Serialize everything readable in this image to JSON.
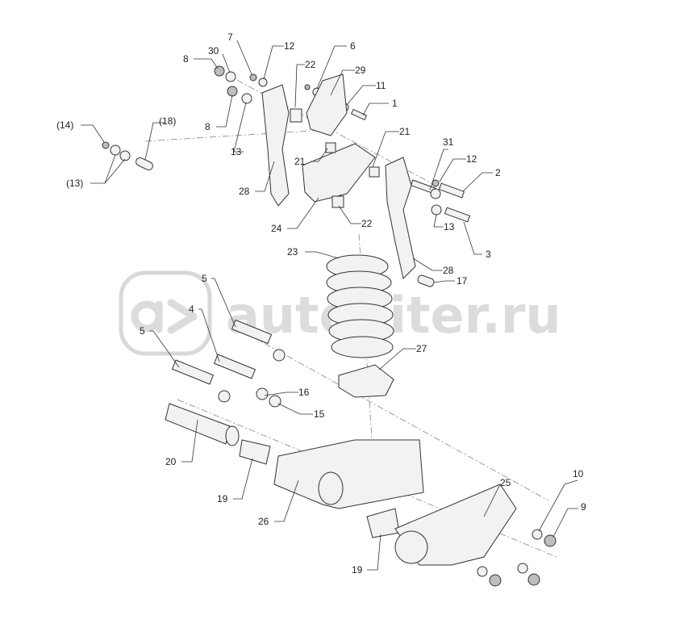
{
  "title": "Suspension parts exploded diagram",
  "watermark": "autopiter.ru",
  "labels": [
    "8",
    "30",
    "7",
    "12",
    "22",
    "6",
    "29",
    "11",
    "1",
    "8",
    "13",
    "(14)",
    "(18)",
    "(13)",
    "28",
    "21",
    "21",
    "24",
    "22",
    "31",
    "12",
    "2",
    "13",
    "3",
    "28",
    "23",
    "17",
    "5",
    "4",
    "5",
    "27",
    "16",
    "15",
    "20",
    "19",
    "26",
    "10",
    "25",
    "9",
    "19"
  ]
}
